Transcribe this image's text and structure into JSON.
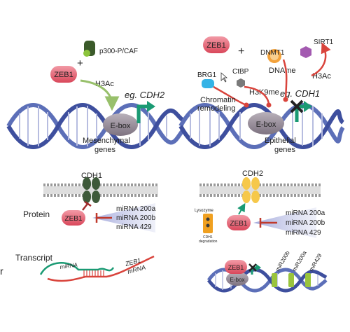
{
  "panel_mesenchymal": {
    "zeb1": "ZEB1",
    "plus": "+",
    "coactivator": "p300-P/CAF",
    "mark": "H3Ac",
    "gene_example": "eg. CDH2",
    "ebox": "E-box",
    "caption_line1": "Mesenchymal",
    "caption_line2": "genes"
  },
  "panel_epithelial": {
    "zeb1": "ZEB1",
    "plus": "+",
    "dnmt1": "DNMT1",
    "dname": "DNAme",
    "sirt1": "SIRT1",
    "h3ac": "H3Ac",
    "brg1": "BRG1",
    "ctbp": "CtBP",
    "h3k9me": "H3K9me",
    "chromatin_line1": "Chromatin",
    "chromatin_line2": "remodeling",
    "gene_example": "eg. CDH1",
    "ebox": "E-box",
    "caption_line1": "Epithelial",
    "caption_line2": "genes"
  },
  "panel_protein_cdh1": {
    "title": "CDH1",
    "row_label": "Protein",
    "zeb1": "ZEB1",
    "mirnas": [
      "miRNA 200a",
      "miRNA 200b",
      "miRNA 429"
    ]
  },
  "panel_protein_cdh2": {
    "title": "CDH2",
    "zeb1": "ZEB1",
    "lysozyme_line1": "Lysozyme",
    "lysozyme_line2": "CDH1",
    "lysozyme_line3": "degradation",
    "mirnas": [
      "miRNA 200a",
      "miRNA 200b",
      "miRNA 429"
    ]
  },
  "panel_transcript": {
    "row_label": "Transcript",
    "mirna": "miRNA",
    "zeb1_line1": "ZEB1",
    "zeb1_line2": "mRNA",
    "edge_char": "r"
  },
  "panel_transcript_right": {
    "zeb1": "ZEB1",
    "ebox": "E-box",
    "mirnas": [
      "miR200b",
      "miR200a",
      "miR429"
    ]
  },
  "colors": {
    "zeb1_fill": "#e8697a",
    "ebox_fill": "#9a8f99",
    "dna_blue": "#5c6fb8",
    "green_arrow": "#1a9a73",
    "red_inhibit": "#d9443c",
    "membrane": "#c9c9c9",
    "mirna_green": "#9ac43c",
    "sirt1_purple": "#a35ab0",
    "dnmt1_orange": "#f3a23b"
  }
}
